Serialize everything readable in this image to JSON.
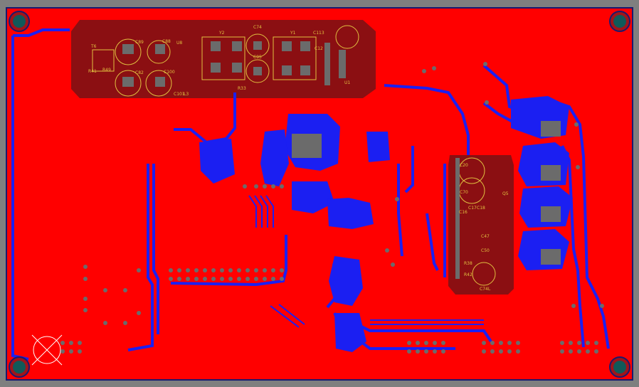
{
  "colors": {
    "background": "#7f7f7f",
    "board_fill": "#ff0000",
    "board_outline": "#1a1a6e",
    "silk_region": "#8b0f12",
    "blue_copper": "#1b1ff2",
    "pad": "#6b6b6b",
    "silk_text": "#e0c040",
    "hole": "#105a5a"
  },
  "silkscreen": {
    "t6": "T6",
    "c89": "C89",
    "c88": "C88",
    "u8": "U8",
    "c74": "C74",
    "y2": "Y2",
    "y1": "Y1",
    "c113": "C113",
    "r41": "R41",
    "r49": "R49",
    "c82": "C82",
    "c100": "C100",
    "c101": "C101",
    "l3": "L3",
    "c95": "C95",
    "r33": "R33",
    "c12": "C12",
    "u1": "U1",
    "c20": "C20",
    "c70": "C70",
    "q5": "Q5",
    "c17": "C17",
    "c18": "C18",
    "c16": "C16",
    "c47": "C47",
    "c50": "C50",
    "r38": "R38",
    "r42": "R42",
    "c74l": "C74L"
  },
  "holes": [
    "mount-hole-top-left",
    "mount-hole-top-right",
    "mount-hole-bottom-left",
    "mount-hole-bottom-right"
  ]
}
